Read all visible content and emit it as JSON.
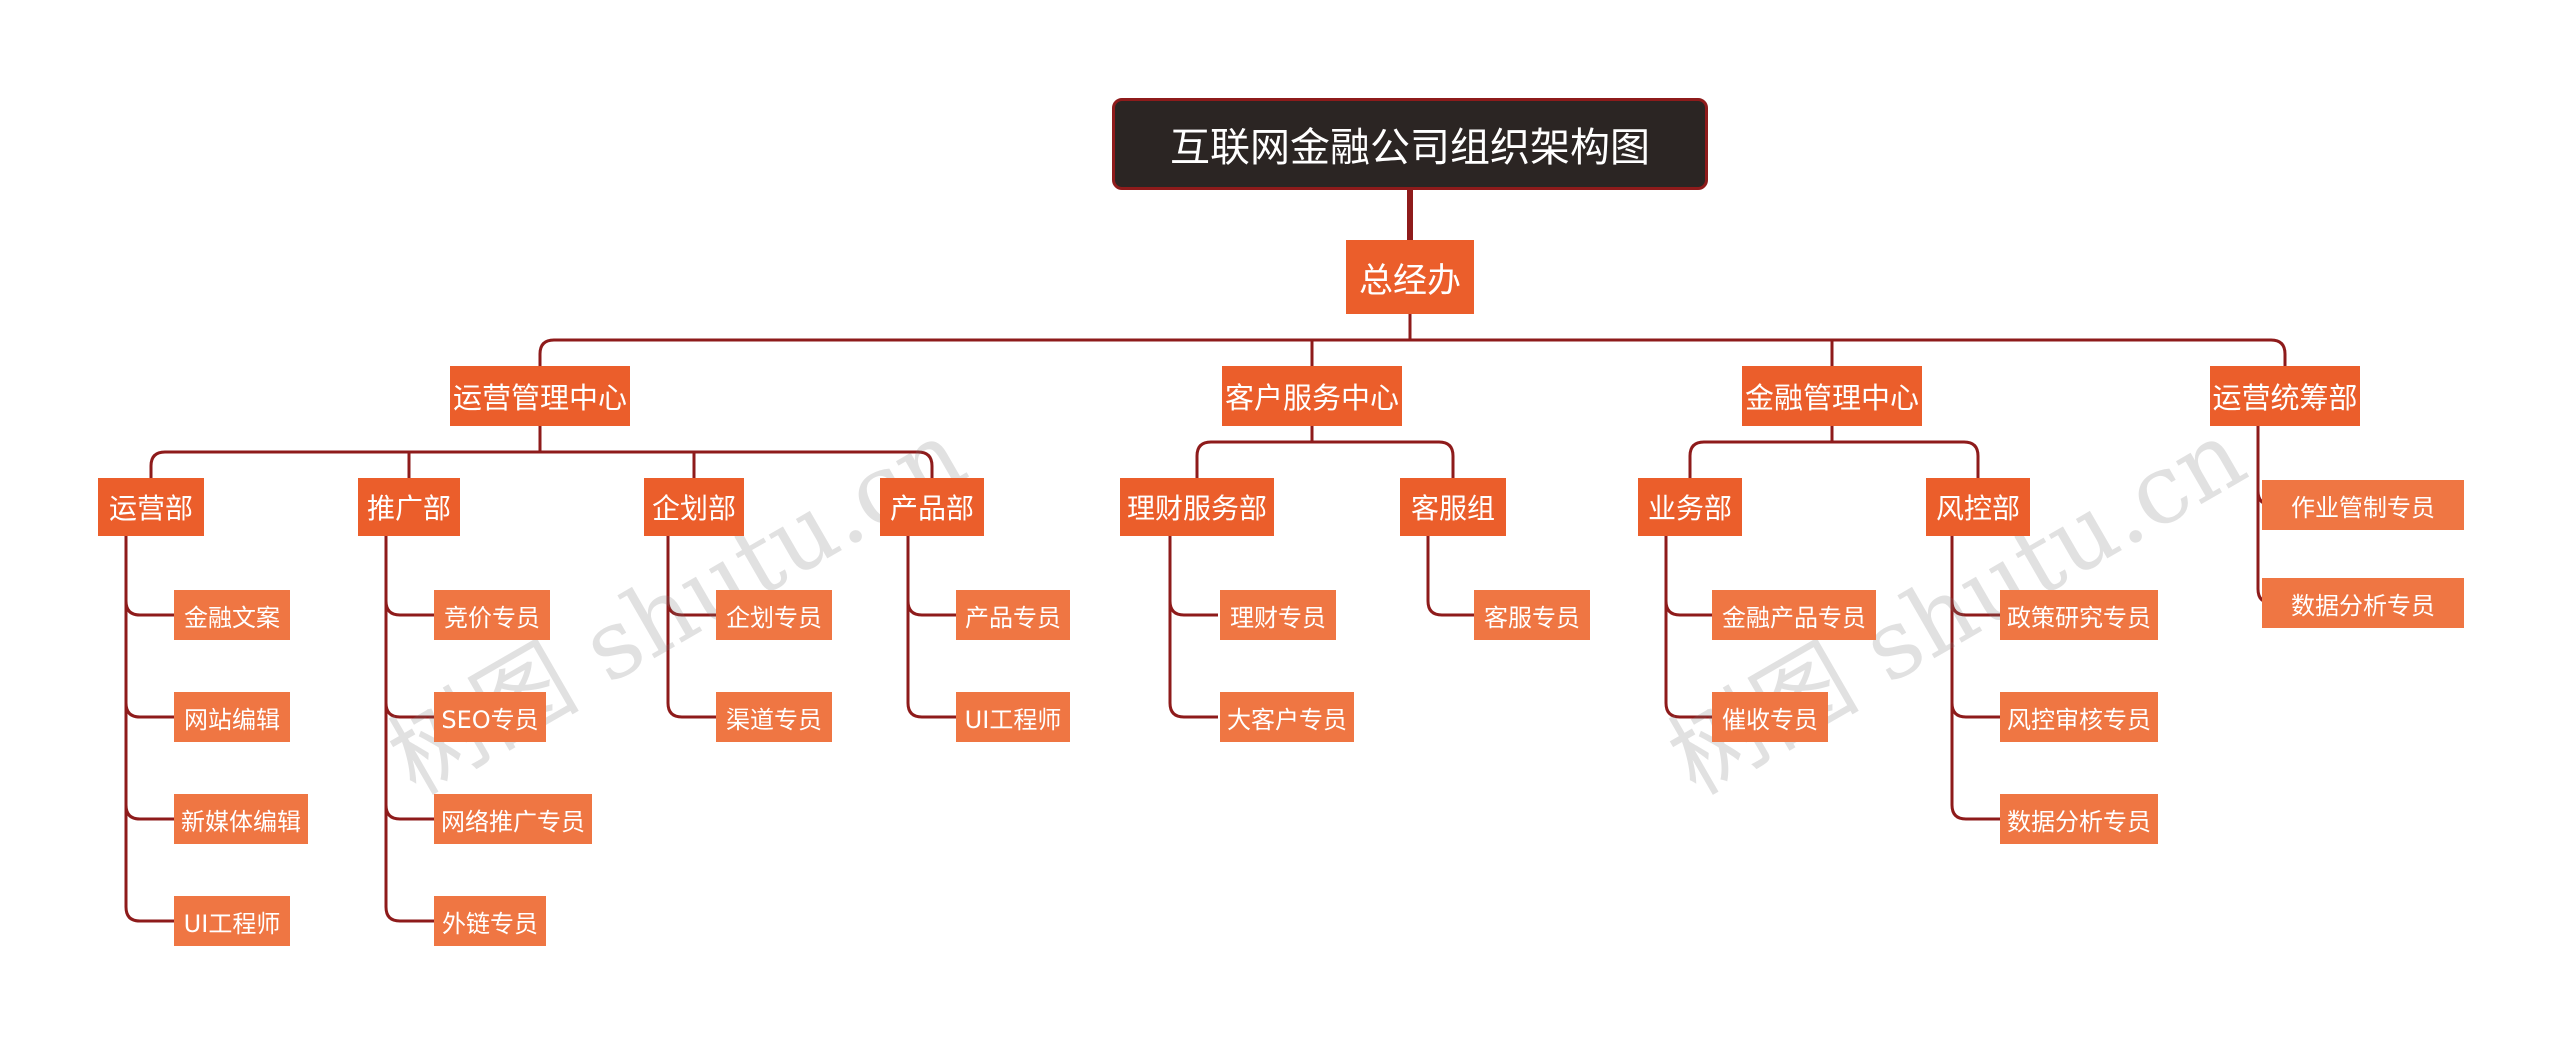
{
  "title": "互联网金融公司组织架构图",
  "gm": "总经办",
  "centers": [
    {
      "label": "运营管理中心",
      "departments": [
        {
          "label": "运营部",
          "roles": [
            "金融文案",
            "网站编辑",
            "新媒体编辑",
            "UI工程师"
          ]
        },
        {
          "label": "推广部",
          "roles": [
            "竞价专员",
            "SEO专员",
            "网络推广专员",
            "外链专员"
          ]
        },
        {
          "label": "企划部",
          "roles": [
            "企划专员",
            "渠道专员"
          ]
        },
        {
          "label": "产品部",
          "roles": [
            "产品专员",
            "UI工程师"
          ]
        }
      ]
    },
    {
      "label": "客户服务中心",
      "departments": [
        {
          "label": "理财服务部",
          "roles": [
            "理财专员",
            "大客户专员"
          ]
        },
        {
          "label": "客服组",
          "roles": [
            "客服专员"
          ]
        }
      ]
    },
    {
      "label": "金融管理中心",
      "departments": [
        {
          "label": "业务部",
          "roles": [
            "金融产品专员",
            "催收专员"
          ]
        },
        {
          "label": "风控部",
          "roles": [
            "政策研究专员",
            "风控审核专员",
            "数据分析专员"
          ]
        }
      ]
    },
    {
      "label": "运营统筹部",
      "roles": [
        "作业管制专员",
        "数据分析专员"
      ]
    }
  ],
  "watermark": "树图 shutu.cn",
  "colors": {
    "root_bg": "#2b2523",
    "node": "#eb5e2b",
    "leaf": "#ef7643",
    "line": "#8e1b1b"
  }
}
